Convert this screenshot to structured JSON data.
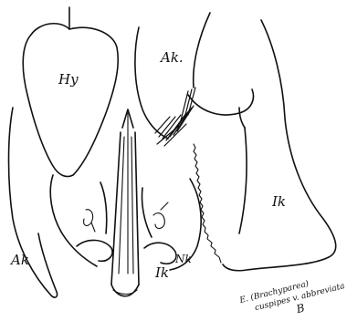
{
  "figure": {
    "labels": {
      "hy": "Hy",
      "ak_top": "Ak.",
      "ak_left": "Ak",
      "ik_right": "Ik",
      "ik_bottom": "Ik",
      "nk": "Nk"
    },
    "caption": {
      "line1": "E. (Brachyparea)",
      "line2": "cuspipes v. abbreviata",
      "line3": "B"
    }
  }
}
